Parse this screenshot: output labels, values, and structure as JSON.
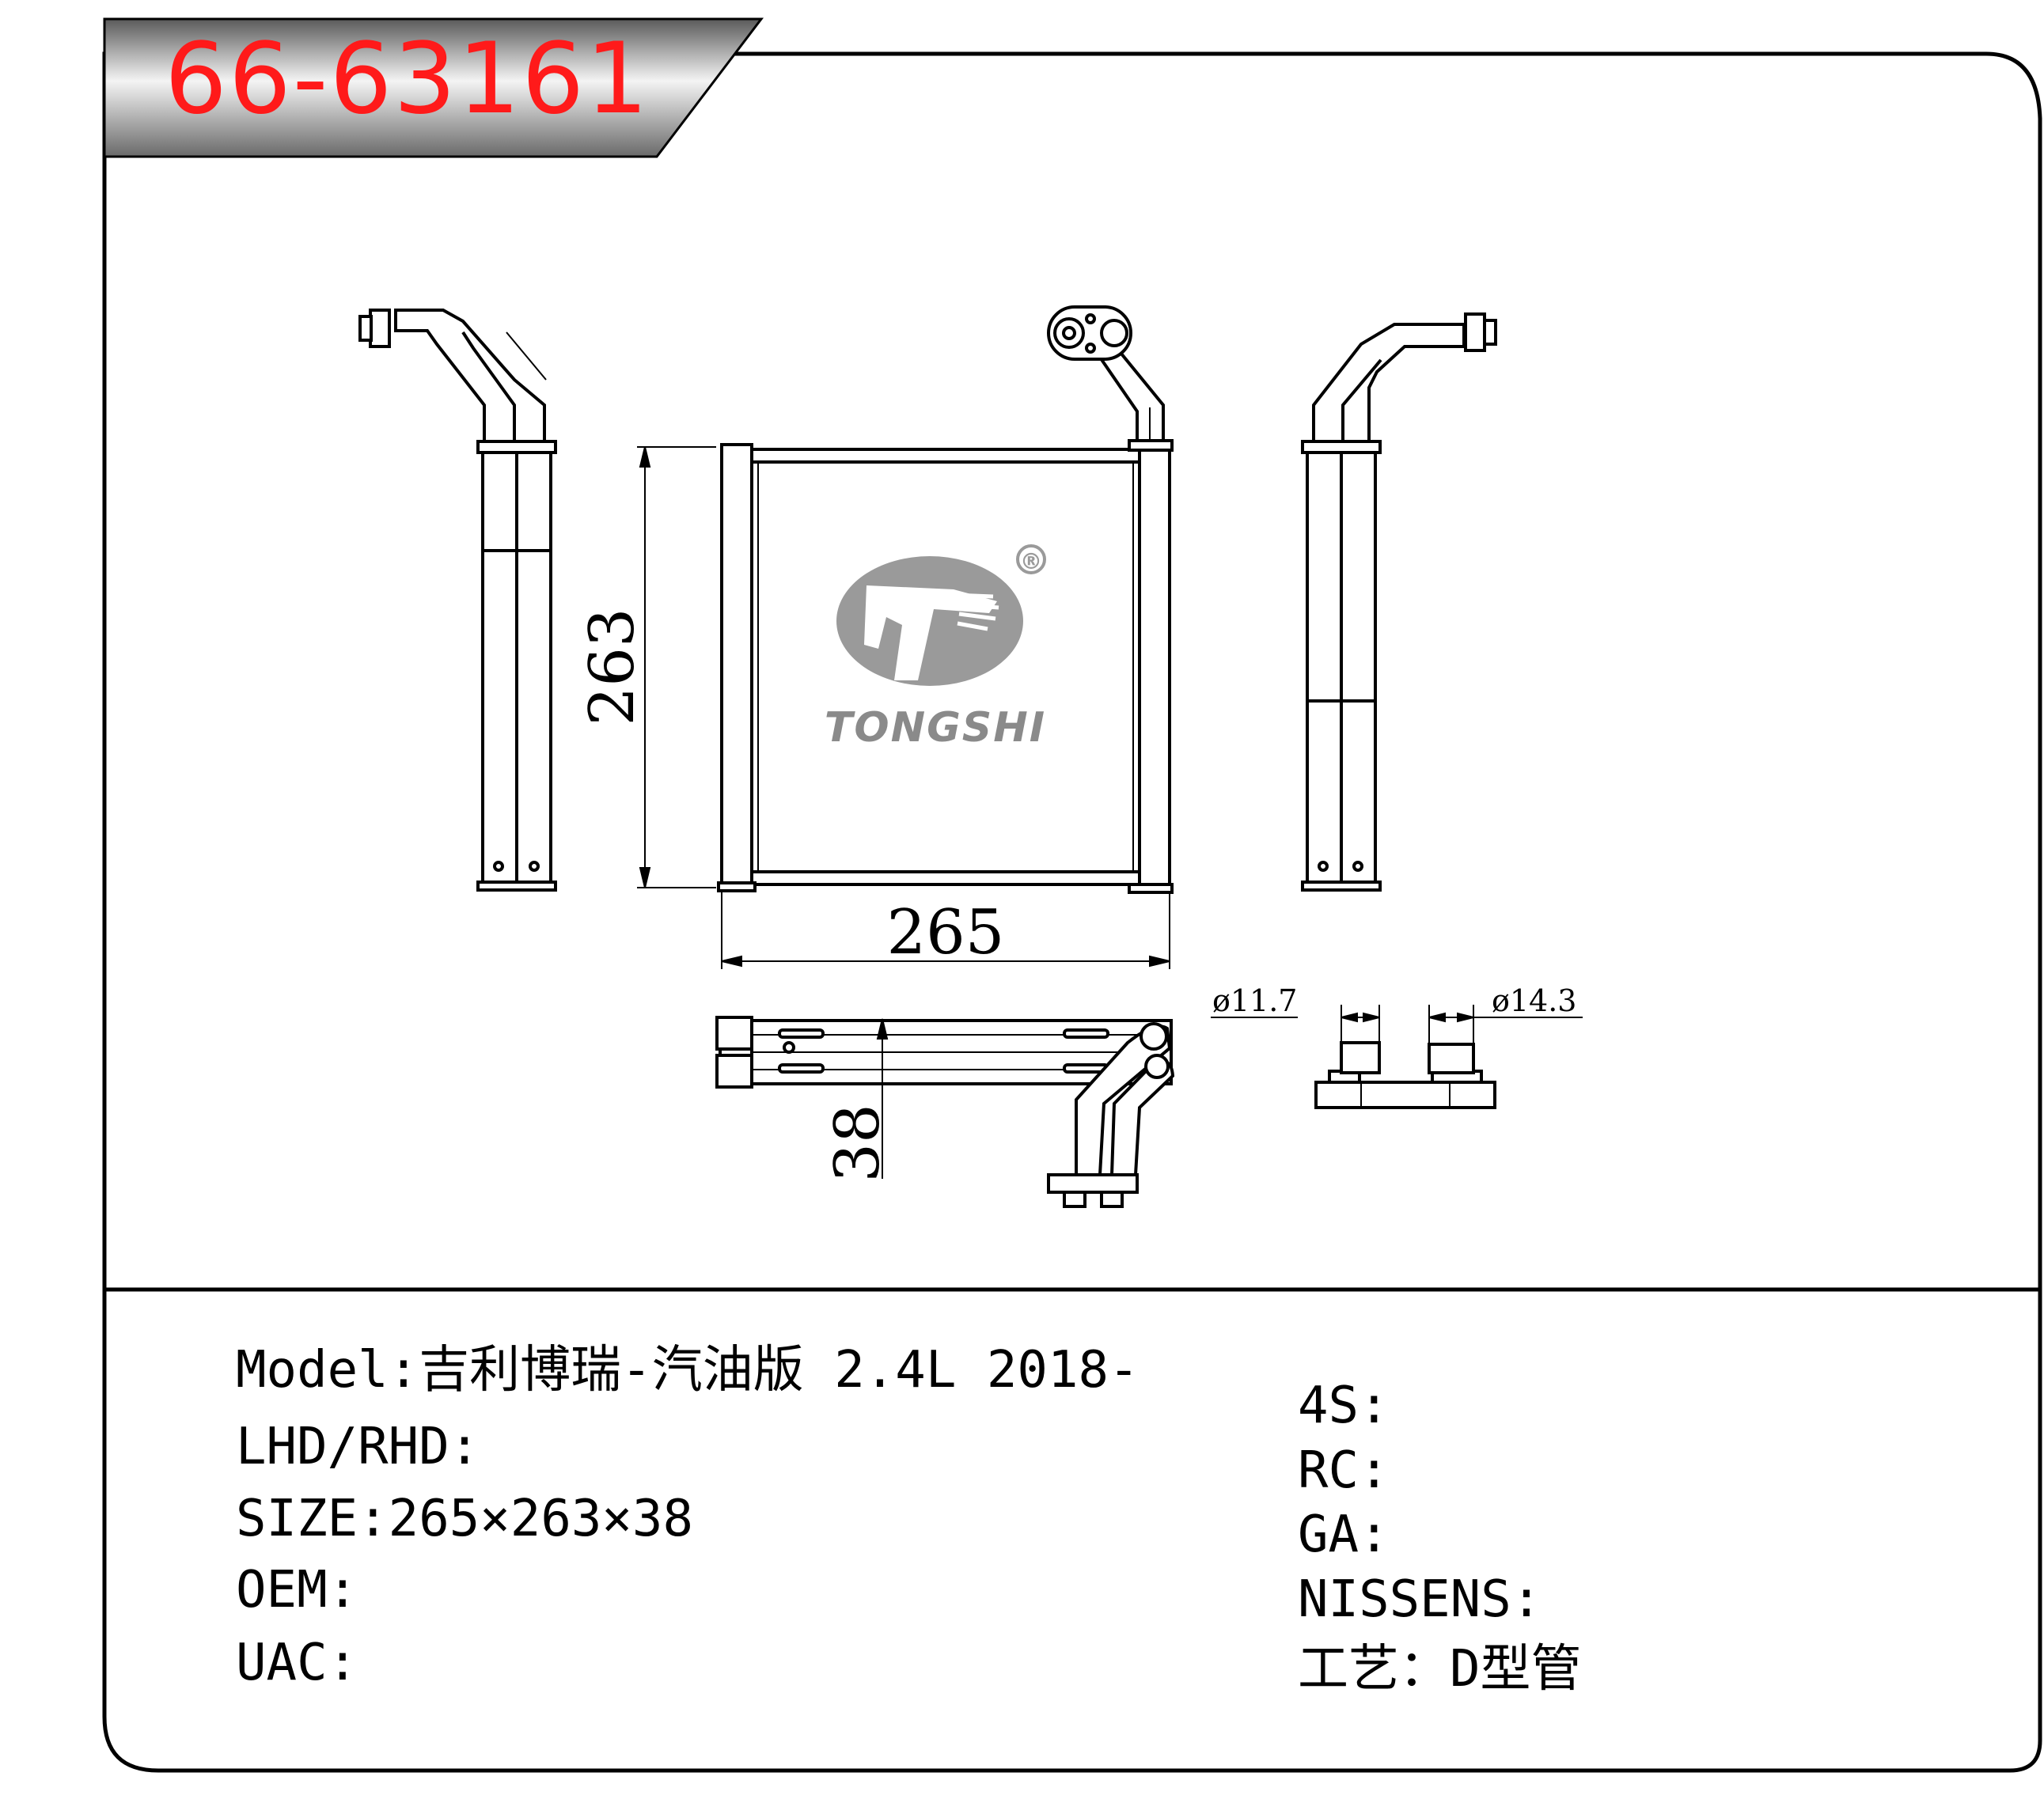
{
  "part_number": "66-63161",
  "logo": {
    "wordmark": "TONGSHI",
    "registered_mark": "®"
  },
  "dimensions": {
    "height": "263",
    "width": "265",
    "depth": "38",
    "pipe_small": "ø11.7",
    "pipe_large": "ø14.3"
  },
  "specs_left": [
    {
      "label": "Model",
      "sep": ":",
      "value": "吉利博瑞-汽油版 2.4L 2018-"
    },
    {
      "label": "LHD/RHD",
      "sep": ":",
      "value": ""
    },
    {
      "label": "SIZE",
      "sep": ":",
      "value": "265×263×38"
    },
    {
      "label": "OEM",
      "sep": ":",
      "value": ""
    },
    {
      "label": "UAC",
      "sep": ":",
      "value": ""
    }
  ],
  "specs_right": [
    {
      "label": "4S",
      "sep": ":",
      "value": ""
    },
    {
      "label": "RC",
      "sep": ":",
      "value": ""
    },
    {
      "label": "GA",
      "sep": ":",
      "value": ""
    },
    {
      "label": "NISSENS",
      "sep": ":",
      "value": ""
    },
    {
      "label": "工艺",
      "sep": "：",
      "value": "D型管"
    }
  ],
  "colors": {
    "part_number": "#ff1a1a",
    "logo_gray": "#9a9a9a",
    "line": "#000000"
  }
}
